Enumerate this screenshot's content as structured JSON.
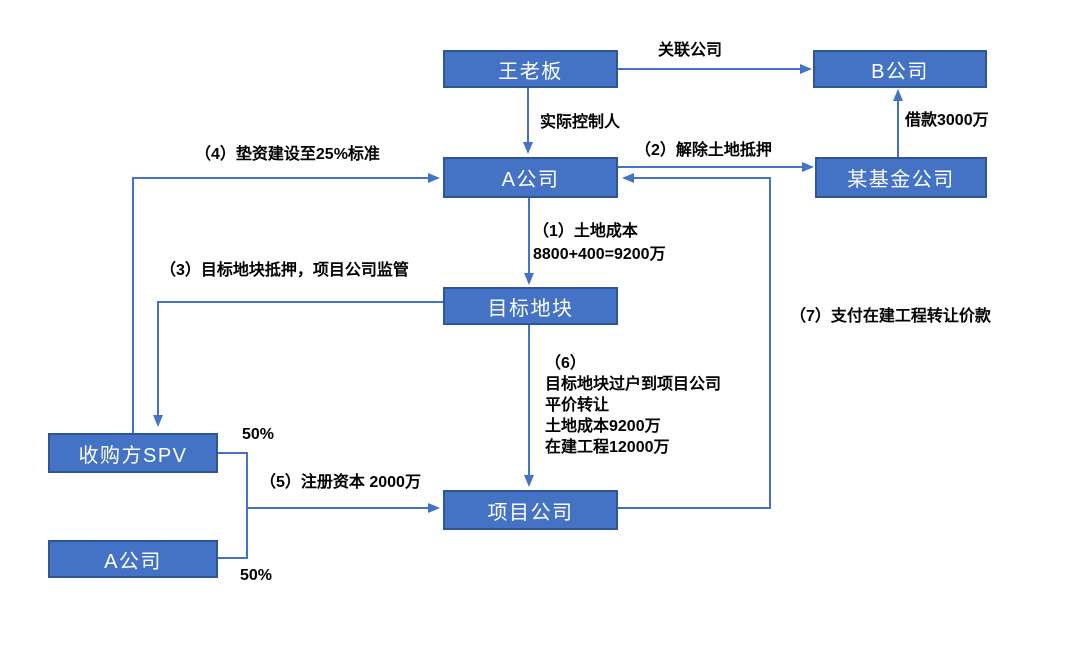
{
  "diagram": {
    "type": "flowchart",
    "description": "Real-estate acquisition transaction structure diagram"
  },
  "colors": {
    "node_fill": "#4472C4",
    "node_border": "#2F5597",
    "connector": "#4472C4",
    "node_text": "#FFFFFF",
    "label_text": "#000000",
    "background": "#FFFFFF"
  },
  "nodes": {
    "wang_laoban": "王老板",
    "company_b": "B公司",
    "company_a": "A公司",
    "fund_company": "某基金公司",
    "target_land": "目标地块",
    "project_company": "项目公司",
    "acquirer_spv": "收购方SPV",
    "company_a_bottom": "A公司"
  },
  "edge_labels": {
    "affiliated_company": "关联公司",
    "actual_controller": "实际控制人",
    "loan": "借款3000万",
    "step1": [
      "（1）土地成本",
      "8800+400=9200万"
    ],
    "step2": "（2）解除土地抵押",
    "step3": "（3）目标地块抵押，项目公司监管",
    "step4": "（4）垫资建设至25%标准",
    "step5": "（5）注册资本 2000万",
    "step6": [
      "（6）",
      "目标地块过户到项目公司",
      "平价转让",
      "土地成本9200万",
      "在建工程12000万"
    ],
    "step7": "（7）支付在建工程转让价款",
    "spv_share": "50%",
    "company_a_share": "50%"
  }
}
